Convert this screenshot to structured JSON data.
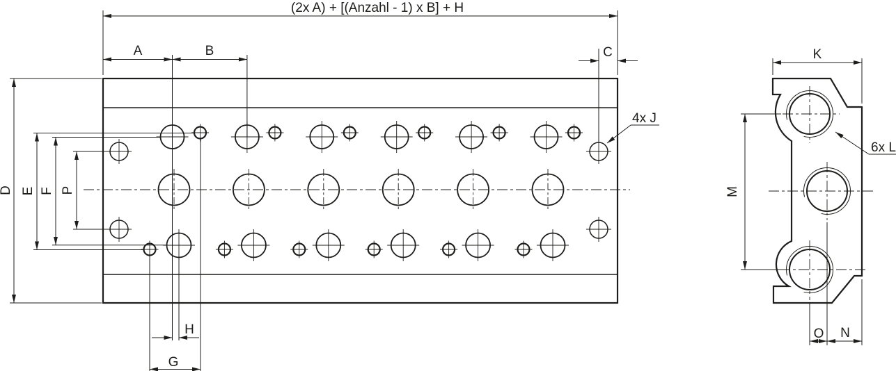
{
  "colors": {
    "ink": "#1d1d1b",
    "background": "#ffffff"
  },
  "front_view": {
    "overall_width_formula": "(2x A) + [(Anzahl - 1) x B] + H",
    "dim_a": "A",
    "dim_b": "B",
    "dim_c": "C",
    "dim_d": "D",
    "dim_e": "E",
    "dim_f": "F",
    "dim_p": "P",
    "dim_g": "G",
    "dim_h": "H",
    "mounting_holes_callout": "4x J"
  },
  "side_view": {
    "dim_k": "K",
    "dim_m": "M",
    "dim_n": "N",
    "dim_o": "O",
    "ports_callout": "6x L"
  }
}
